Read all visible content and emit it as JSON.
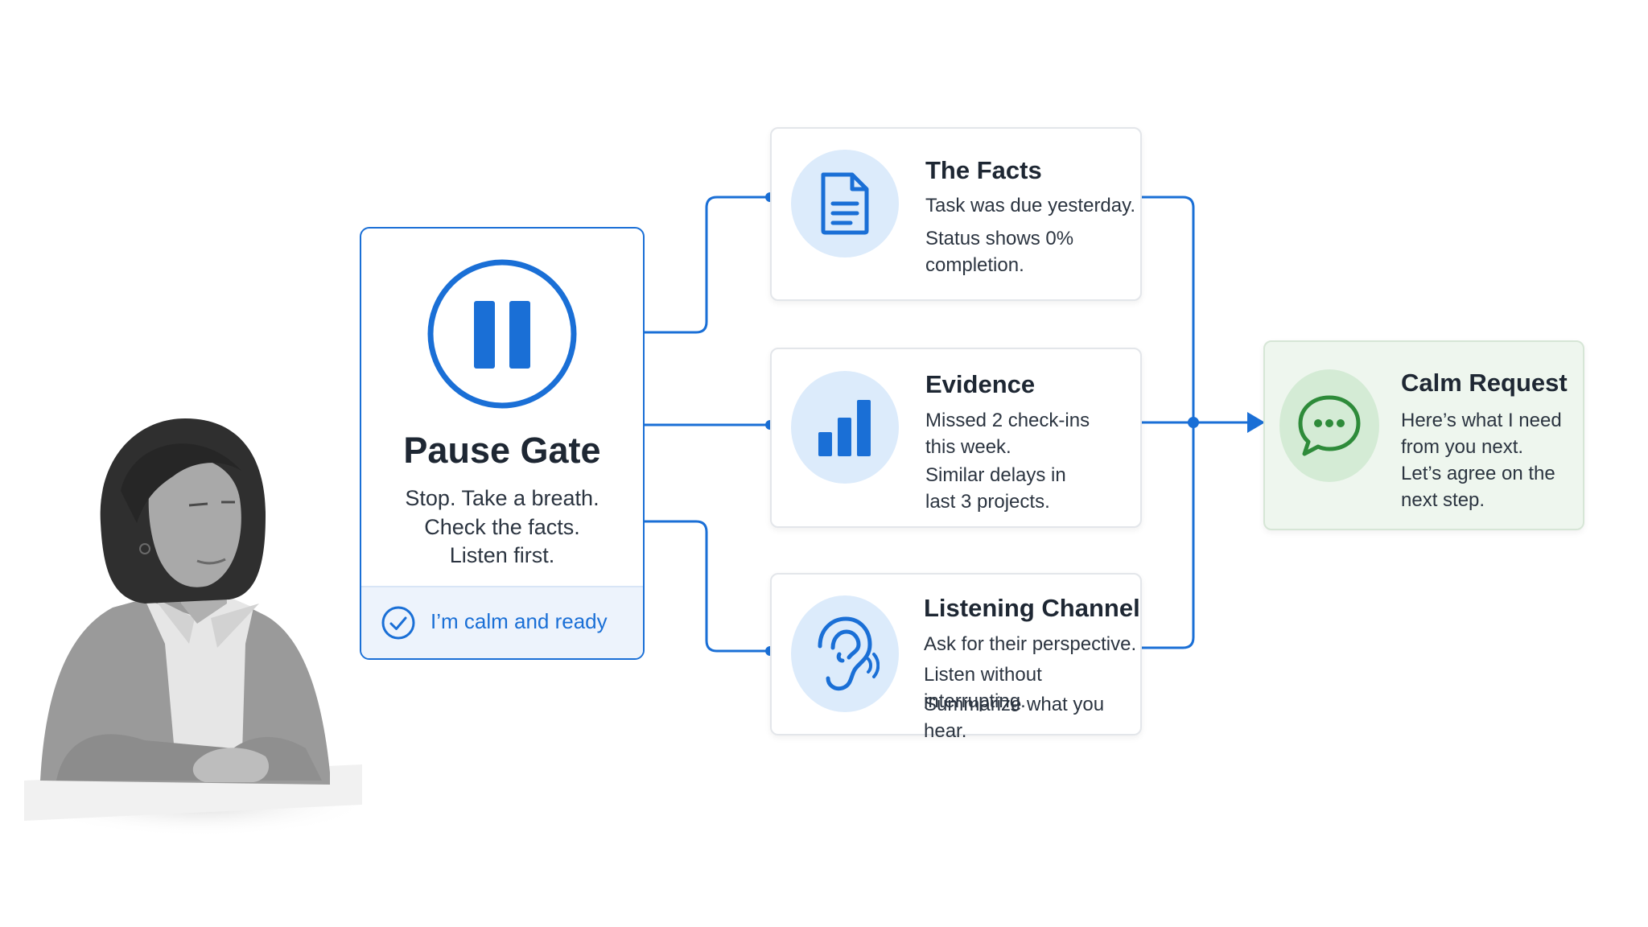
{
  "diagram": {
    "accent_color": "#1a6fd6",
    "success_color": "#2e8b3a",
    "pause_gate": {
      "icon": "pause-icon",
      "title": "Pause Gate",
      "lines": [
        "Stop. Take a breath.",
        "Check the facts.",
        "Listen first."
      ],
      "footer": {
        "icon": "check-circle-icon",
        "label": "I’m calm and ready"
      }
    },
    "facts": {
      "icon": "document-icon",
      "title": "The Facts",
      "lines": [
        "Task was due yesterday.",
        "Status shows 0%",
        "completion."
      ]
    },
    "evidence": {
      "icon": "bar-chart-icon",
      "title": "Evidence",
      "lines": [
        "Missed 2 check-ins",
        "this week.",
        "Similar delays in",
        "last 3 projects."
      ]
    },
    "listening": {
      "icon": "ear-icon",
      "title": "Listening Channel",
      "lines": [
        "Ask for their perspective.",
        "Listen without interrupting.",
        "Summarize what you hear."
      ]
    },
    "calm_request": {
      "icon": "chat-bubble-icon",
      "title": "Calm Request",
      "lines": [
        "Here’s what I need",
        "from you next.",
        "Let’s agree on the",
        "next step."
      ]
    },
    "portrait": {
      "icon": "person-photo"
    }
  }
}
